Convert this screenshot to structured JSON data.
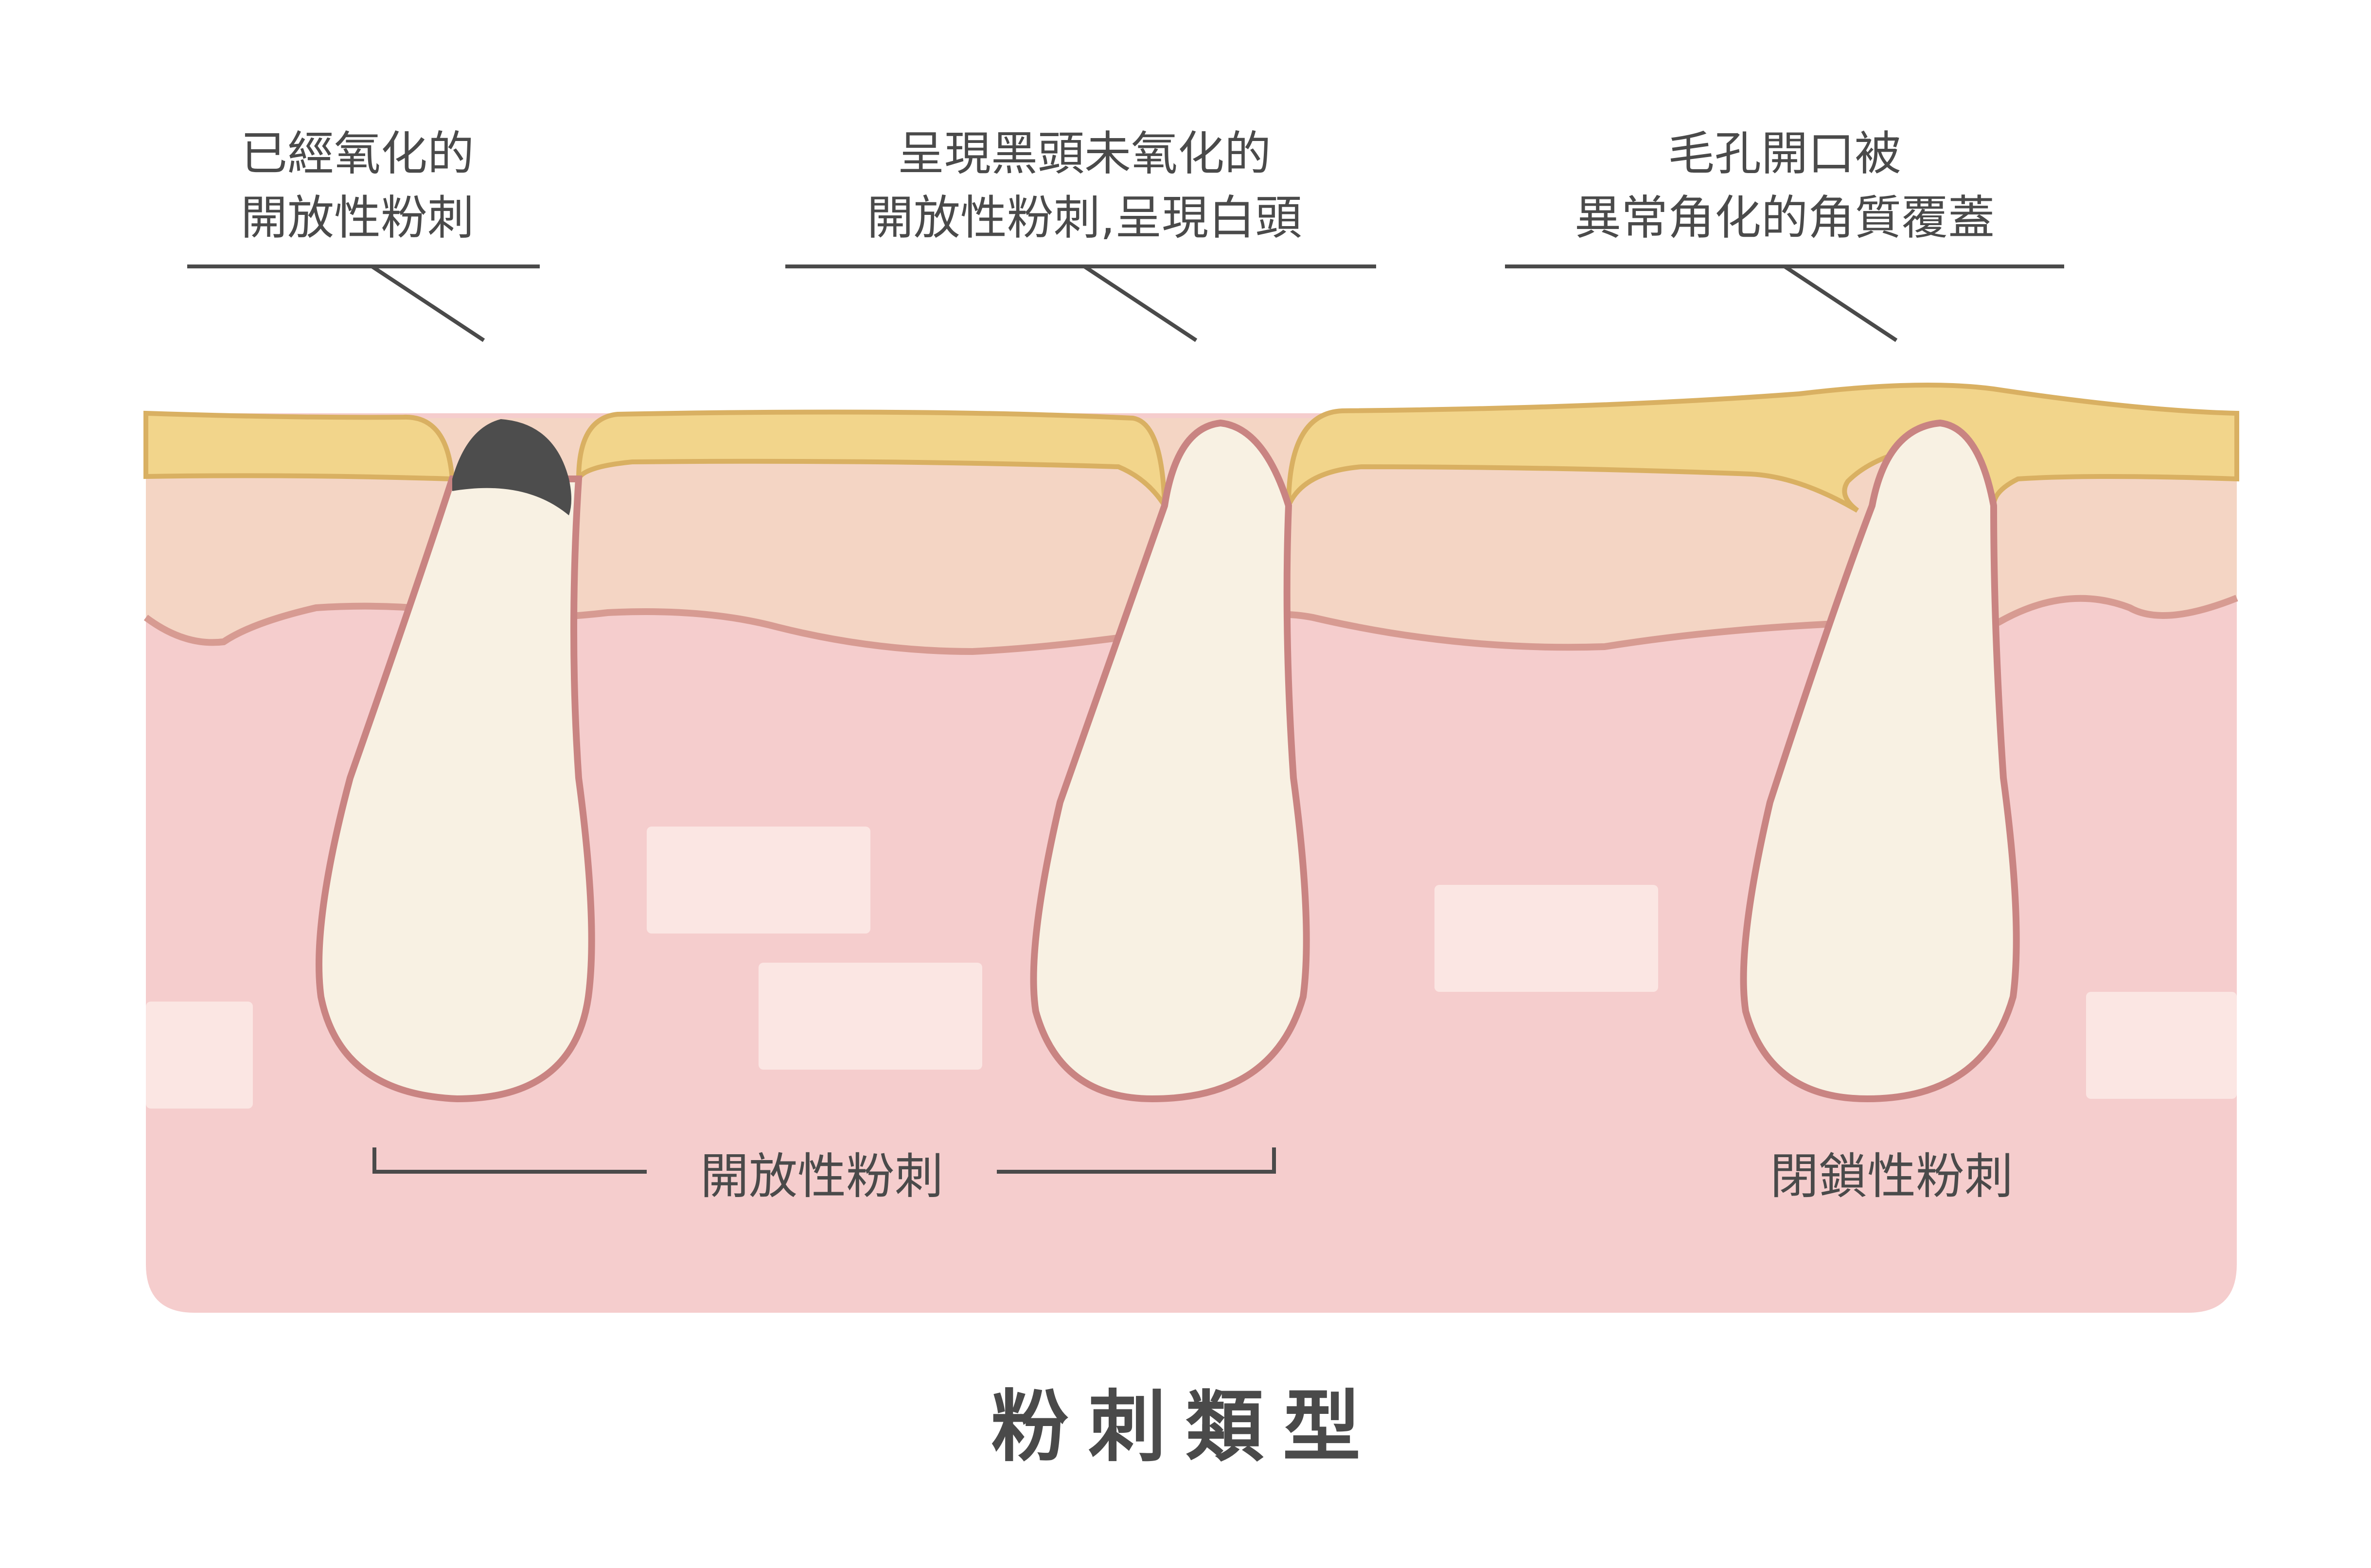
{
  "callouts": {
    "oxidized": {
      "line1": "已經氧化的",
      "line2": "開放性粉刺"
    },
    "unoxidized": {
      "line1": "呈現黑頭未氧化的",
      "line2": "開放性粉刺,呈現白頭"
    },
    "closed": {
      "line1": "毛孔開口被",
      "line2": "異常角化的角質覆蓋"
    }
  },
  "types": {
    "open": "開放性粉刺",
    "closed": "閉鎖性粉刺"
  },
  "title": "粉刺類型",
  "colors": {
    "dermis": "#f5cdcd",
    "epidermis": "#f4d5c4",
    "stratum_corneum": "#f2d58b",
    "plug": "#f8f1e3",
    "oxidized_tip": "#4d4d4d",
    "outline": "#c98482",
    "text": "#4a4a4a"
  }
}
